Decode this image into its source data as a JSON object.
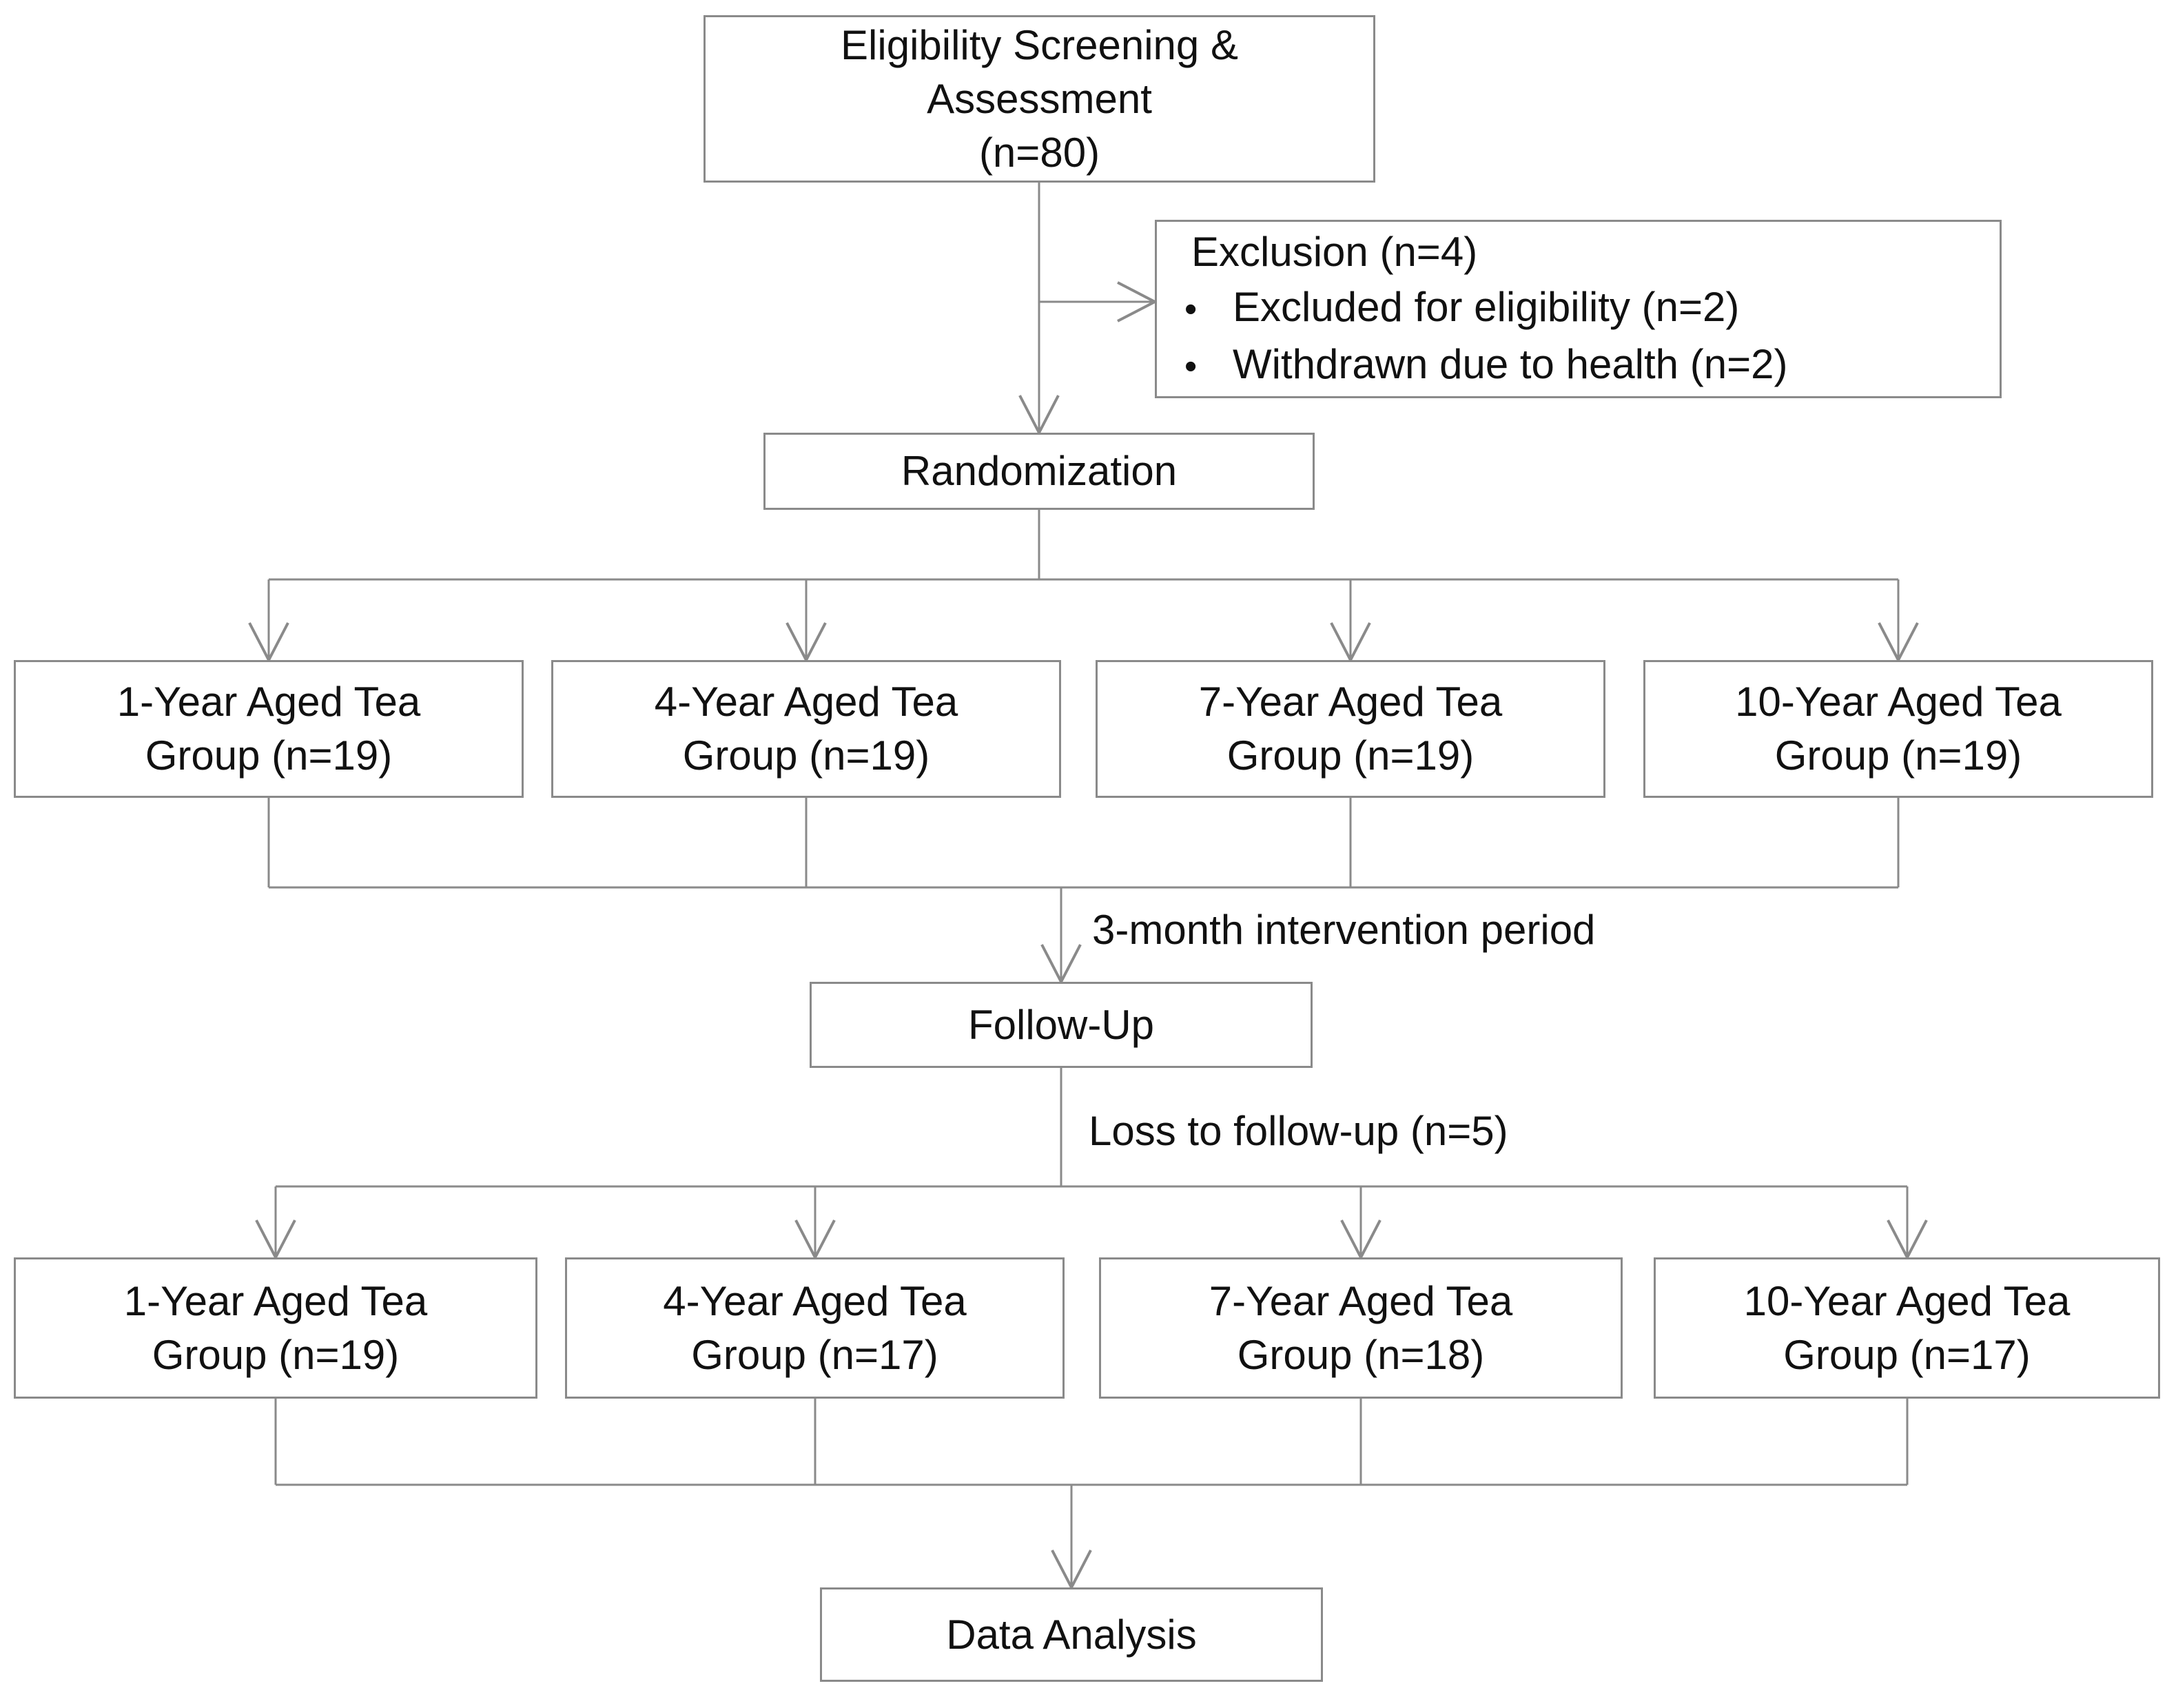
{
  "colors": {
    "line": "#8a8a8a",
    "box_border": "#8a8a8a",
    "text": "#111111",
    "background": "#ffffff"
  },
  "flowchart": {
    "eligibility": "Eligibility Screening &\nAssessment\n(n=80)",
    "exclusion": {
      "title": "Exclusion (n=4)",
      "bullet": "•",
      "items": [
        "Excluded for eligibility (n=2)",
        "Withdrawn due to health (n=2)"
      ]
    },
    "randomization": "Randomization",
    "groups_baseline": [
      "1-Year Aged Tea\nGroup (n=19)",
      "4-Year Aged Tea\nGroup (n=19)",
      "7-Year Aged Tea\nGroup (n=19)",
      "10-Year Aged Tea\nGroup (n=19)"
    ],
    "intervention_label": "3-month intervention period",
    "follow_up": "Follow-Up",
    "loss_label": "Loss to follow-up (n=5)",
    "groups_followup": [
      "1-Year Aged Tea\nGroup (n=19)",
      "4-Year Aged Tea\nGroup (n=17)",
      "7-Year Aged Tea\nGroup (n=18)",
      "10-Year Aged Tea\nGroup (n=17)"
    ],
    "data_analysis": "Data Analysis"
  }
}
